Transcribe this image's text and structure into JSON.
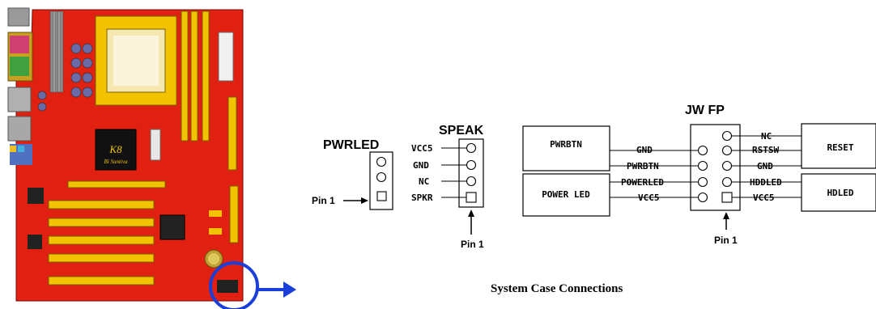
{
  "board": {
    "chip_label": "K8",
    "chip_sublabel": "Bi Suntiva",
    "accent_color": "#e02010",
    "slot_color": "#f2c400",
    "callout_color": "#1a3fd8"
  },
  "pwrled": {
    "title": "PWRLED",
    "pin1_label": "Pin 1"
  },
  "speak": {
    "title": "SPEAK",
    "pins": [
      "VCC5",
      "GND",
      "NC",
      "SPKR"
    ],
    "pin1_label": "Pin 1"
  },
  "jwfp": {
    "title": "JW FP",
    "left_boxes": [
      "PWRBTN",
      "POWER LED"
    ],
    "left_pins": [
      "GND",
      "PWRBTN",
      "POWERLED",
      "VCC5"
    ],
    "right_pins": [
      "NC",
      "RSTSW",
      "GND",
      "HDDLED",
      "VCC5"
    ],
    "right_boxes": [
      "RESET",
      "HDLED"
    ],
    "pin1_label": "Pin 1"
  },
  "caption": "System Case Connections"
}
